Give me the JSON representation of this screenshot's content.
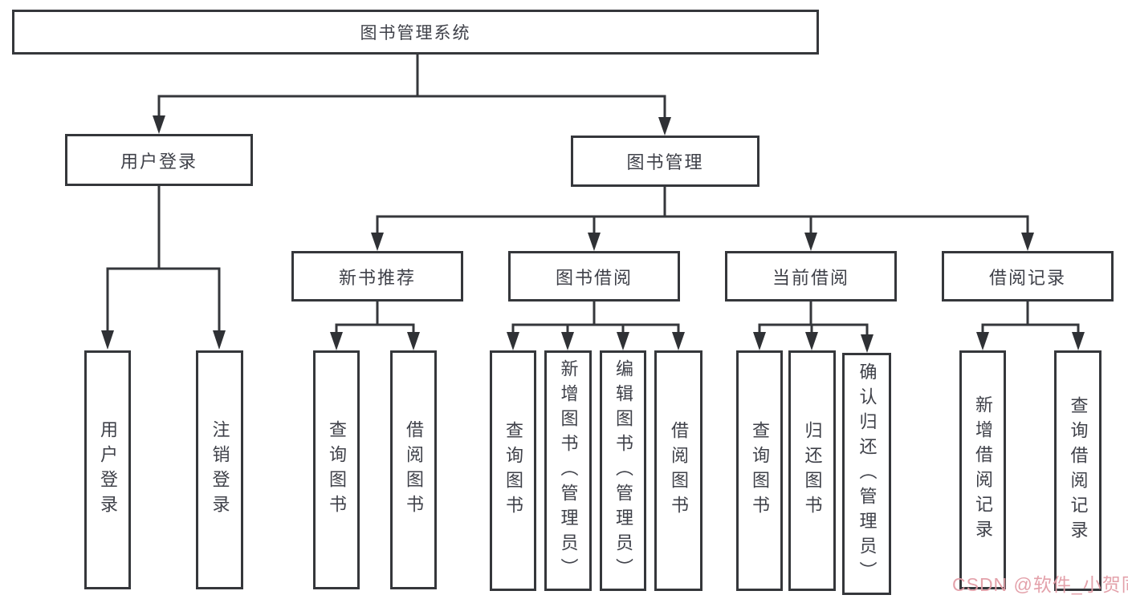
{
  "tree": {
    "root": "图书管理系统",
    "login": {
      "label": "用户登录",
      "children": [
        "用户登录",
        "注销登录"
      ]
    },
    "mgmt": {
      "label": "图书管理",
      "sections": [
        {
          "label": "新书推荐",
          "children": [
            "查询图书",
            "借阅图书"
          ]
        },
        {
          "label": "图书借阅",
          "children": [
            "查询图书",
            "新增图书（管理员）",
            "编辑图书（管理员）",
            "借阅图书"
          ]
        },
        {
          "label": "当前借阅",
          "children": [
            "查询图书",
            "归还图书",
            "确认归还（管理员）"
          ]
        },
        {
          "label": "借阅记录",
          "children": [
            "新增借阅记录",
            "查询借阅记录"
          ]
        }
      ]
    }
  },
  "watermark": {
    "text": "CSDN @软件_小贺同学"
  },
  "colors": {
    "line": "#35373b",
    "text": "#3f4149",
    "box_background": "#ffffff",
    "watermark_pink": "#e29ca5"
  }
}
